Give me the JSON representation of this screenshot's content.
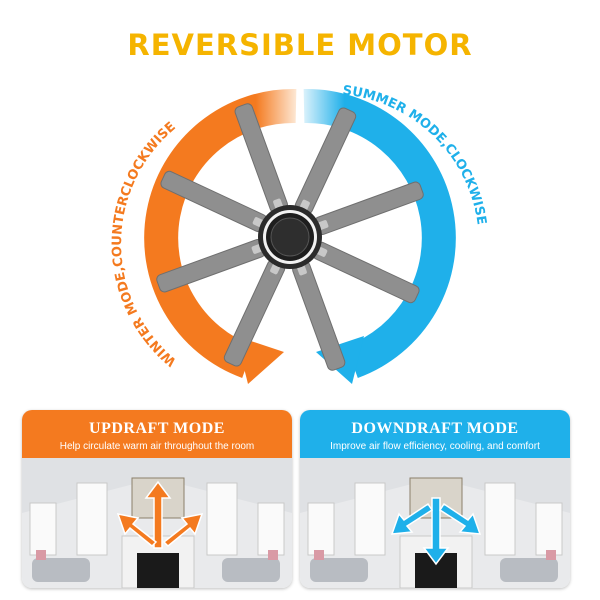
{
  "title": "REVERSIBLE MOTOR",
  "arc_labels": {
    "winter": "WINTER MODE,COUNTERCLOCKWISE",
    "summer": "SUMMER MODE,CLOCKWISE"
  },
  "panels": [
    {
      "title": "UPDRAFT MODE",
      "subtitle": "Help circulate warm air throughout the room",
      "color": "#f47a1f"
    },
    {
      "title": "DOWNDRAFT MODE",
      "subtitle": "Improve air flow efficiency, cooling, and comfort",
      "color": "#1fb0ea"
    }
  ],
  "colors": {
    "title": "#f5b400",
    "winter": "#f47a1f",
    "summer": "#1fb0ea",
    "blade": "#8a8a8a"
  },
  "icons": [
    "fan-icon",
    "updraft-arrows-icon",
    "downdraft-arrows-icon"
  ]
}
